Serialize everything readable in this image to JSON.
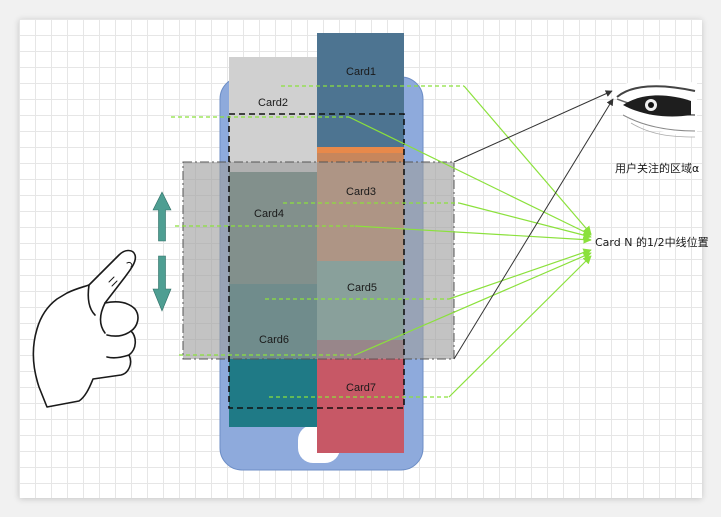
{
  "colors": {
    "phone_body": "#8eaadc",
    "viewport_overlay": "#b9b9b9",
    "arrow_green": "#8be13c",
    "scroll_arrow": "#4e9e92",
    "card_colors": {
      "card1": "#4d7491",
      "card2": "#d0d0d0",
      "card3": "#c7865c",
      "card4": "#557a6f",
      "card5": "#66a396",
      "card6": "#27706e",
      "card6_lower": "#1f7a86",
      "card7": "#c75866"
    }
  },
  "cards": [
    {
      "id": "card1",
      "label": "Card1"
    },
    {
      "id": "card2",
      "label": "Card2"
    },
    {
      "id": "card3",
      "label": "Card3"
    },
    {
      "id": "card4",
      "label": "Card4"
    },
    {
      "id": "card5",
      "label": "Card5"
    },
    {
      "id": "card6",
      "label": "Card6"
    },
    {
      "id": "card7",
      "label": "Card7"
    }
  ],
  "annotations": {
    "focus_area": "用户关注的区域α",
    "center_position": "Card N 的1/2中线位置"
  },
  "icons": {
    "eye": "eye-icon",
    "hand": "pointing-hand-icon",
    "scroll": "up-down-arrows-icon"
  }
}
